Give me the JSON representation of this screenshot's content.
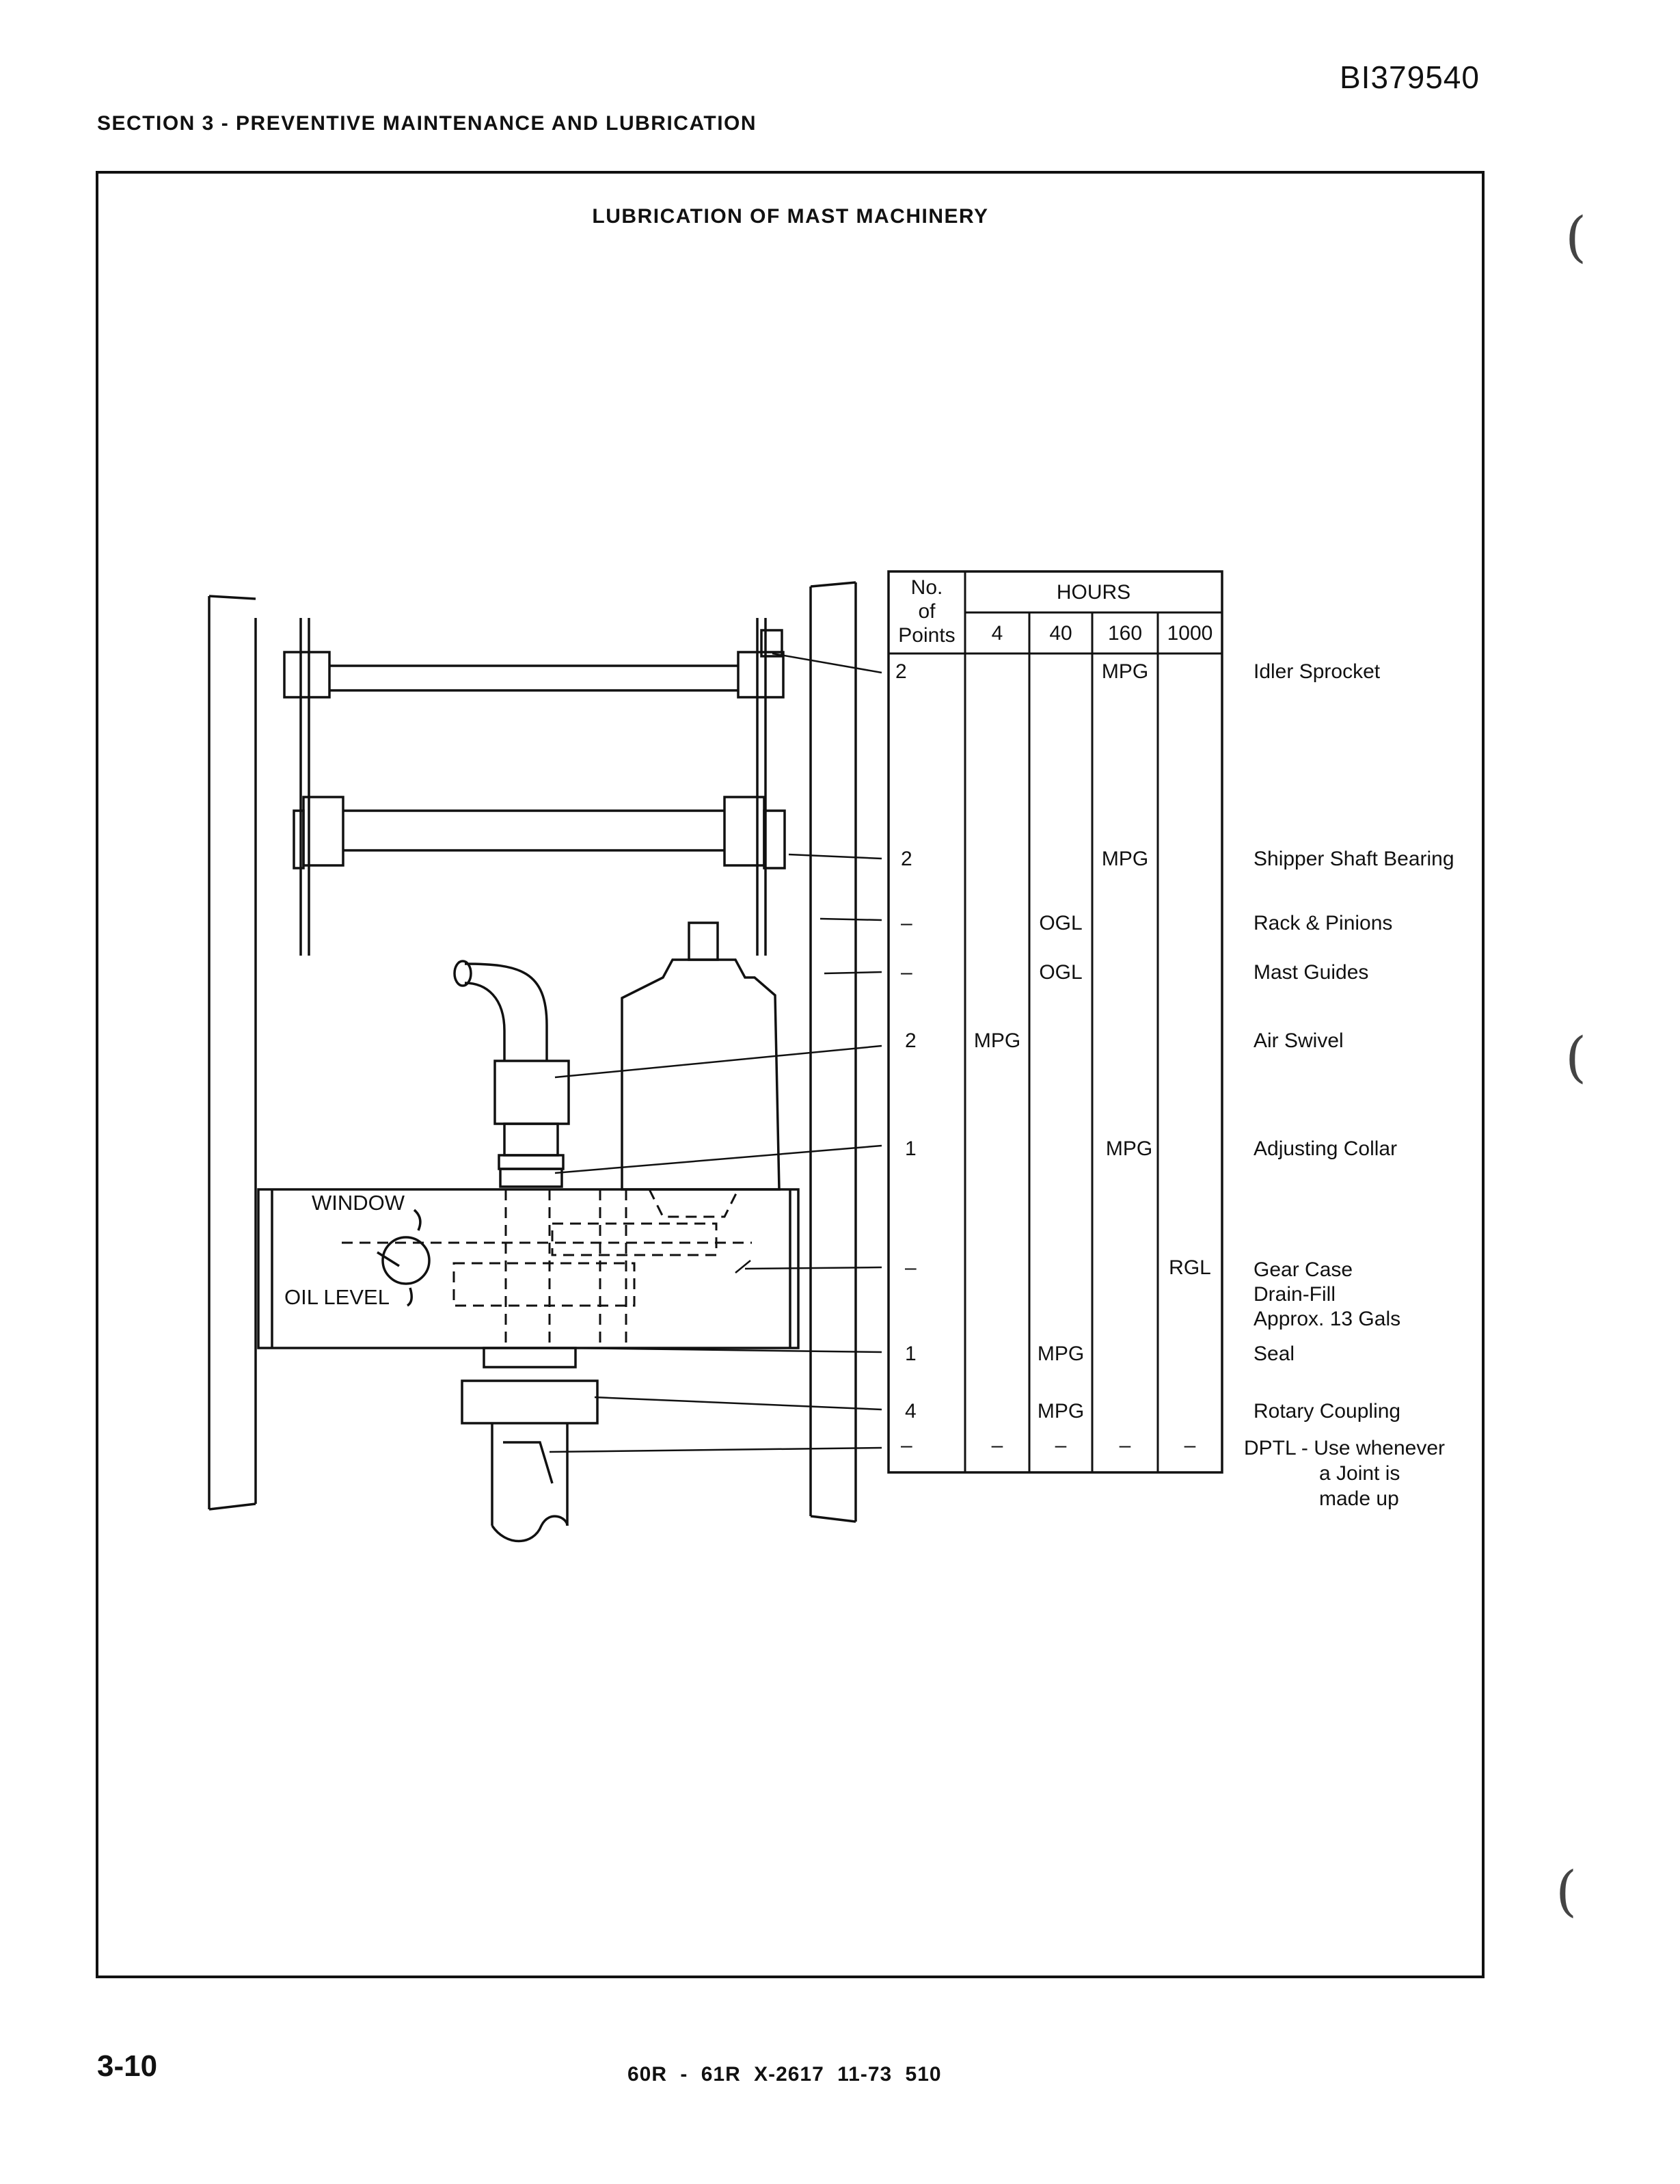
{
  "header": {
    "doc_id": "BI379540",
    "section": "SECTION 3 - PREVENTIVE MAINTENANCE AND LUBRICATION"
  },
  "figure": {
    "title": "LUBRICATION OF MAST MACHINERY",
    "labels": {
      "window": "WINDOW",
      "oil_level": "OIL LEVEL"
    }
  },
  "table": {
    "col_points": [
      "No.",
      "of",
      "Points"
    ],
    "hours_header": "HOURS",
    "hours": [
      "4",
      "40",
      "160",
      "1000"
    ],
    "rows": [
      {
        "points": "2",
        "h4": "",
        "h40": "",
        "h160": "MPG",
        "h1000": "",
        "item": [
          "Idler Sprocket"
        ]
      },
      {
        "points": "2",
        "h4": "",
        "h40": "",
        "h160": "MPG",
        "h1000": "",
        "item": [
          "Shipper Shaft Bearing"
        ]
      },
      {
        "points": "–",
        "h4": "",
        "h40": "OGL",
        "h160": "",
        "h1000": "",
        "item": [
          "Rack & Pinions"
        ]
      },
      {
        "points": "–",
        "h4": "",
        "h40": "OGL",
        "h160": "",
        "h1000": "",
        "item": [
          "Mast Guides"
        ]
      },
      {
        "points": "2",
        "h4": "MPG",
        "h40": "",
        "h160": "",
        "h1000": "",
        "item": [
          "Air Swivel"
        ]
      },
      {
        "points": "1",
        "h4": "",
        "h40": "",
        "h160": "MPG",
        "h1000": "",
        "item": [
          "Adjusting Collar"
        ]
      },
      {
        "points": "–",
        "h4": "",
        "h40": "",
        "h160": "",
        "h1000": "RGL",
        "item": [
          "Gear Case",
          "Drain-Fill",
          "Approx. 13 Gals"
        ]
      },
      {
        "points": "1",
        "h4": "",
        "h40": "MPG",
        "h160": "",
        "h1000": "",
        "item": [
          "Seal"
        ]
      },
      {
        "points": "4",
        "h4": "",
        "h40": "MPG",
        "h160": "",
        "h1000": "",
        "item": [
          "Rotary Coupling"
        ]
      },
      {
        "points": "–",
        "h4": "–",
        "h40": "–",
        "h160": "–",
        "h1000": "–",
        "item": [
          "DPTL - Use whenever",
          "a Joint is",
          "made up"
        ]
      }
    ]
  },
  "footer": {
    "page_number": "3-10",
    "model_info": "60R - 61R  X-2617   11-73   510"
  }
}
